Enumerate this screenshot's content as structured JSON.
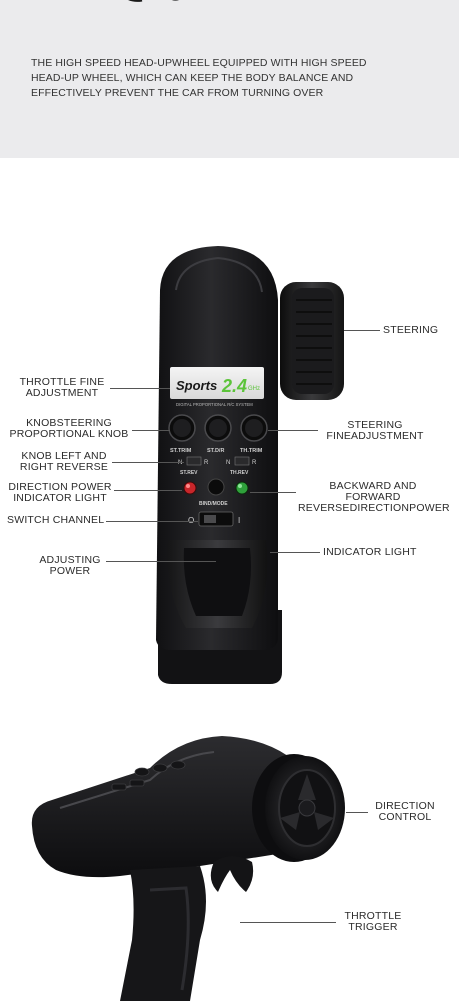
{
  "description": {
    "lines": [
      "THE HIGH SPEED HEAD-UPWHEEL EQUIPPED WITH HIGH SPEED",
      "HEAD-UP WHEEL, WHICH CAN KEEP THE BODY BALANCE AND",
      "EFFECTIVELY PREVENT THE CAR FROM TURNING OVER"
    ]
  },
  "controller_front": {
    "brand": "Sports",
    "frequency_big": "2.4",
    "frequency_unit": "GHz",
    "system_text": "DIGITAL PROPORTIONAL R/C SYSTEM",
    "knob_labels": [
      "ST.TRIM",
      "ST.D/R",
      "TH.TRIM"
    ],
    "rev_labels": [
      "ST.REV",
      "TH.REV"
    ],
    "switch_letters": [
      "N",
      "R",
      "N",
      "R"
    ],
    "mode_label": "BIND/MODE",
    "power_off": "O",
    "power_on": "I"
  },
  "callouts": {
    "steering": "STEERING",
    "throttle_fine": [
      "THROTTLE FINE",
      "ADJUSTMENT"
    ],
    "knob_steering": [
      "KNOBSTEERING",
      "PROPORTIONAL KNOB"
    ],
    "steering_fine": [
      "STEERING",
      "FINEADJUSTMENT"
    ],
    "knob_left_right": [
      "KNOB LEFT AND",
      "RIGHT REVERSE"
    ],
    "direction_power": [
      "DIRECTION POWER",
      "INDICATOR LIGHT"
    ],
    "backward_forward": [
      "BACKWARD AND",
      "FORWARD",
      "REVERSEDIRECTIONPOWER"
    ],
    "switch_channel": "SWITCH CHANNEL",
    "adjusting_power": [
      "ADJUSTING",
      "POWER"
    ],
    "indicator_light": "INDICATOR LIGHT",
    "direction_control": [
      "DIRECTION",
      "CONTROL"
    ],
    "throttle_trigger": [
      "THROTTLE",
      "TRIGGER"
    ]
  },
  "colors": {
    "top_band": "#ebebed",
    "body": "#1b1b1d",
    "brand_green": "#5cc43a",
    "led_red": "#c8262a",
    "led_green": "#2fa13b"
  }
}
